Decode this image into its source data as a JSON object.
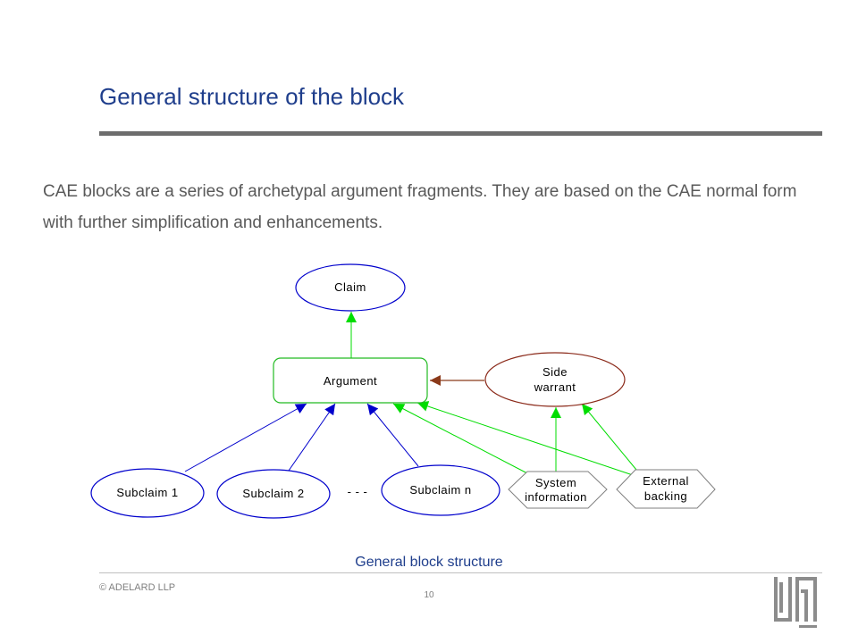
{
  "slide": {
    "title": "General structure of the block",
    "body": "CAE blocks are a series of archetypal argument fragments. They are based on the CAE normal form with further simplification and enhancements.",
    "caption": "General block structure",
    "copyright": "© ADELARD LLP",
    "page_number": "10"
  },
  "diagram": {
    "claim": "Claim",
    "argument": "Argument",
    "side_warrant_line1": "Side",
    "side_warrant_line2": "warrant",
    "subclaim_1": "Subclaim 1",
    "subclaim_2": "Subclaim 2",
    "ellipsis": "- - -",
    "subclaim_n": "Subclaim n",
    "system_info_line1": "System",
    "system_info_line2": "information",
    "external_line1": "External",
    "external_line2": "backing"
  },
  "colors": {
    "title": "#1f3e8c",
    "node_stroke_blue": "#0000cc",
    "argument_stroke_green": "#22bb22",
    "side_warrant_stroke": "#8b2a1a",
    "arrow_green": "#00dd00",
    "arrow_blue": "#0000cc",
    "arrow_brown": "#8b3a1a"
  },
  "logo": {
    "name": "adelard-logo"
  }
}
